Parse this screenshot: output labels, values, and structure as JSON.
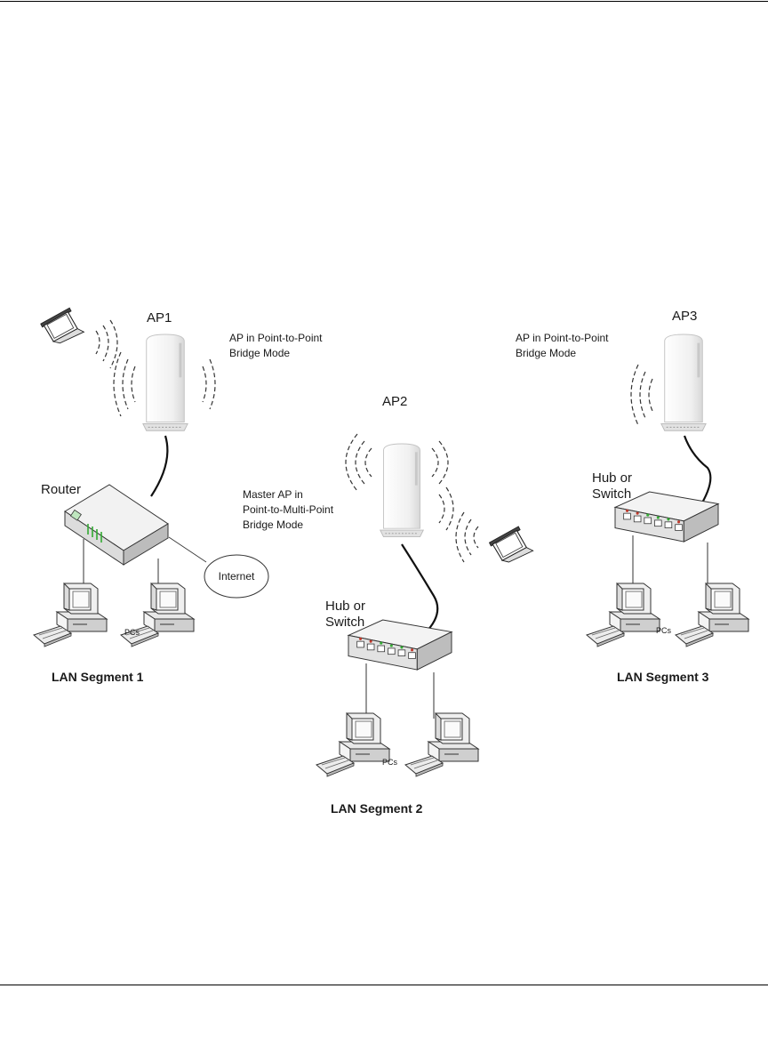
{
  "diagram": {
    "ap1": {
      "name": "AP1",
      "mode": [
        "AP in Point-to-Point",
        "Bridge Mode"
      ]
    },
    "ap2": {
      "name": "AP2",
      "mode": [
        "Master AP in",
        "Point-to-Multi-Point",
        "Bridge Mode"
      ]
    },
    "ap3": {
      "name": "AP3",
      "mode": [
        "AP in Point-to-Point",
        "Bridge Mode"
      ]
    },
    "router": {
      "label": "Router"
    },
    "internet": {
      "label": "Internet"
    },
    "switch2": {
      "label": [
        "Hub or",
        "Switch"
      ]
    },
    "switch3": {
      "label": [
        "Hub or",
        "Switch"
      ]
    },
    "pcs_label": "PCs",
    "segments": [
      "LAN Segment 1",
      "LAN Segment 2",
      "LAN Segment 3"
    ]
  },
  "colors": {
    "device_light": "#f2f2f2",
    "device_shade": "#d4d4d4",
    "outline": "#333333",
    "status_led": "#33aa33",
    "rule": "#000000"
  },
  "icons": [
    "laptop-icon",
    "access-point-icon",
    "router-icon",
    "switch-icon",
    "desktop-pc-icon",
    "internet-cloud-icon",
    "wireless-signal-icon"
  ]
}
